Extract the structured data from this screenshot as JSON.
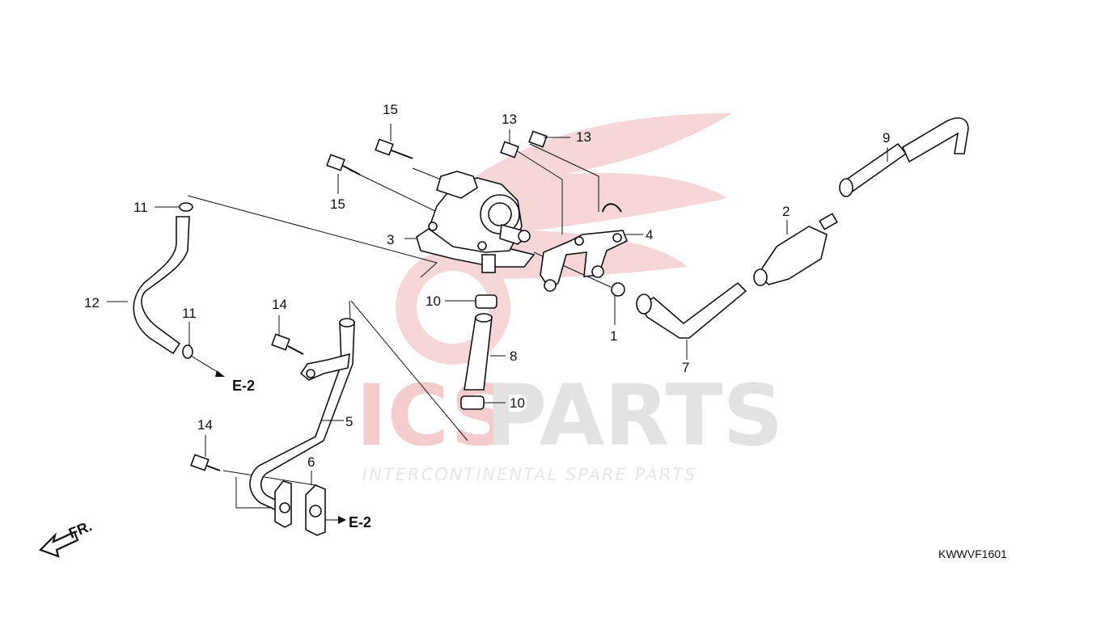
{
  "diagram": {
    "code": "KWWVF1601",
    "front_label": "FR.",
    "references": [
      "E-2",
      "E-2"
    ],
    "callouts": {
      "c1": "1",
      "c2": "2",
      "c3": "3",
      "c4": "4",
      "c5": "5",
      "c6": "6",
      "c7": "7",
      "c8": "8",
      "c9": "9",
      "c10a": "10",
      "c10b": "10",
      "c11a": "11",
      "c11b": "11",
      "c12": "12",
      "c13a": "13",
      "c13b": "13",
      "c14a": "14",
      "c14b": "14",
      "c15a": "15",
      "c15b": "15"
    }
  },
  "watermark": {
    "brand_left": "ICS",
    "brand_right": "PARTS",
    "tagline": "INTERCONTINENTAL SPARE PARTS",
    "color_red": "#f4cccc",
    "color_grey": "#e3e3e3"
  }
}
